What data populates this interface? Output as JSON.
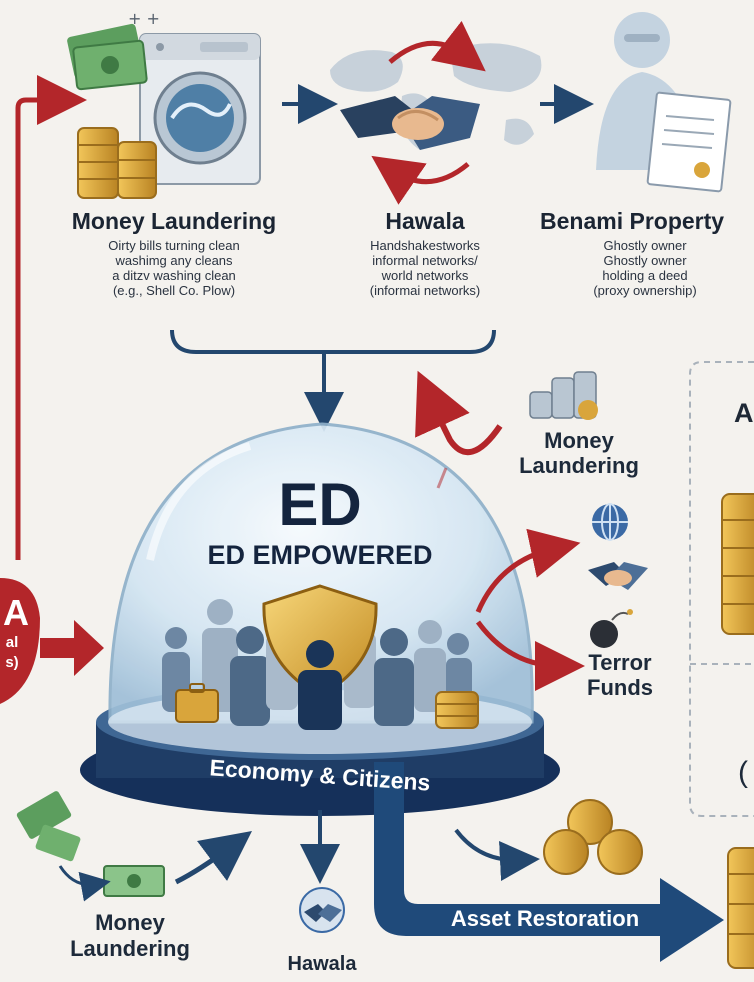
{
  "colors": {
    "background": "#f4f2ee",
    "red_arrow": "#b3262a",
    "navy_arrow": "#23476e",
    "gold": "#d9a53b",
    "green_cash": "#3f8a4a",
    "dome_glass": "#cfe3f2",
    "base_navy": "#1f3d66"
  },
  "icons": [
    "washing-machine-icon",
    "cash-icon",
    "coins-icon",
    "handshake-icon",
    "world-map-icon",
    "ghost-owner-icon",
    "deed-icon",
    "shield-icon",
    "globe-icon",
    "bomb-icon",
    "briefcase-icon"
  ],
  "top": {
    "laundering": {
      "title": "Money Laundering",
      "lines": [
        "Oirty bills turning clean",
        "washimg any cleans",
        "a ditzv washing clean",
        "(e.g., Shell Co. Plow)"
      ]
    },
    "hawala": {
      "title": "Hawala",
      "lines": [
        "Handshakestworks",
        "informal networks/",
        "world networks",
        "(informai networks)"
      ]
    },
    "benami": {
      "title": "Benami Property",
      "lines": [
        "Ghostly owner",
        "Ghostly owner",
        "holding a deed",
        "(proxy ownership)"
      ]
    }
  },
  "dome": {
    "title": "ED",
    "subtitle": "ED EMPOWERED",
    "base_label": "Economy & Citizens"
  },
  "right": {
    "laundering_label": [
      "Money",
      "Laundering"
    ],
    "terror_label": [
      "Terror",
      "Funds"
    ],
    "partial_heading": "A"
  },
  "left_cut": {
    "letter": "A",
    "line1": "al",
    "line2": "s)"
  },
  "bottom": {
    "laundering_label": [
      "Money",
      "Laundering"
    ],
    "hawala_label": "Hawala",
    "asset_label": "Asset Restoration"
  }
}
